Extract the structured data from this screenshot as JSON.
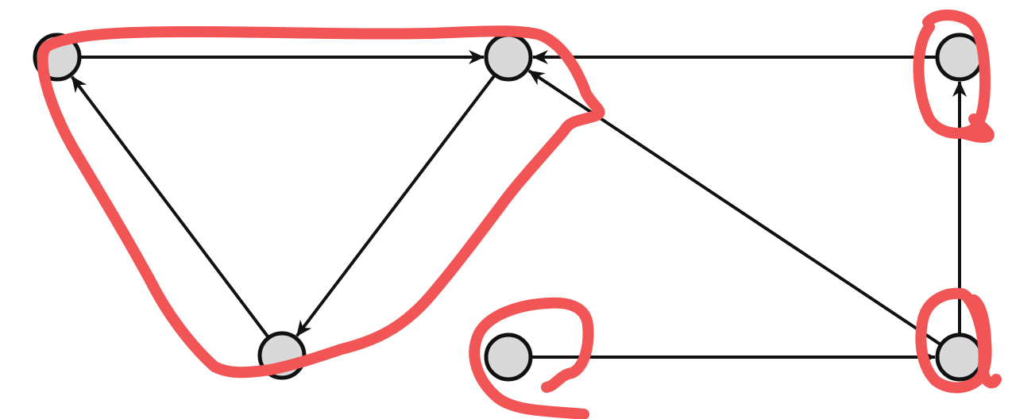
{
  "diagram": {
    "type": "directed-graph",
    "nodes": [
      {
        "id": "A"
      },
      {
        "id": "B"
      },
      {
        "id": "C"
      },
      {
        "id": "D"
      },
      {
        "id": "E"
      },
      {
        "id": "F"
      }
    ],
    "edges": [
      {
        "from": "A",
        "to": "B"
      },
      {
        "from": "B",
        "to": "C"
      },
      {
        "from": "C",
        "to": "A"
      },
      {
        "from": "D",
        "to": "B"
      },
      {
        "from": "E",
        "to": "B"
      },
      {
        "from": "E",
        "to": "D"
      },
      {
        "from": "F",
        "to": "E"
      }
    ],
    "annotations": [
      {
        "kind": "freehand-circle",
        "encloses": [
          "A",
          "B",
          "C"
        ]
      },
      {
        "kind": "freehand-circle",
        "encloses": [
          "D"
        ]
      },
      {
        "kind": "freehand-circle",
        "encloses": [
          "E"
        ]
      },
      {
        "kind": "freehand-circle",
        "encloses": [
          "F"
        ]
      }
    ],
    "colors": {
      "node_fill": "#d9d9d9",
      "node_stroke": "#111111",
      "edge": "#111111",
      "annotation": "#f25555"
    }
  }
}
